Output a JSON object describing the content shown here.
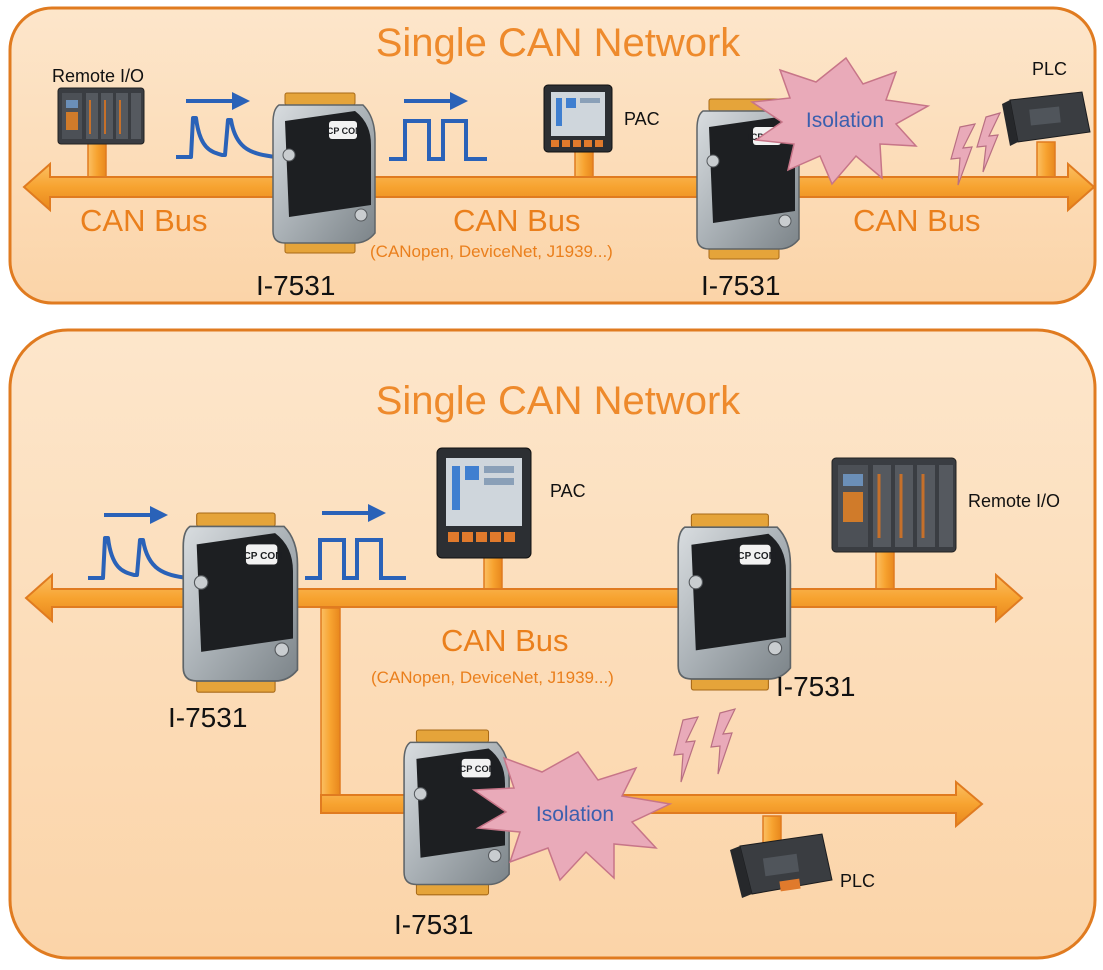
{
  "colors": {
    "panel_fill": "#fbd9b2",
    "panel_stroke": "#e07b20",
    "bus_fill": "#f7a330",
    "bus_stroke": "#e07b20",
    "signal_blue": "#2a62b8",
    "isolation_fill": "#e9aab9",
    "isolation_text": "#3b5fae",
    "text_orange": "#ea7f1c"
  },
  "top_panel": {
    "title": "Single CAN Network",
    "bus_label_left": "CAN Bus",
    "bus_label_mid": "CAN Bus",
    "protocols": "(CANopen, DeviceNet, J1939...)",
    "bus_label_right": "CAN Bus",
    "converter_left": "I-7531",
    "converter_right": "I-7531",
    "remote_io": "Remote I/O",
    "pac": "PAC",
    "plc": "PLC",
    "isolation": "Isolation"
  },
  "bottom_panel": {
    "title": "Single CAN Network",
    "bus_label": "CAN Bus",
    "protocols": "(CANopen, DeviceNet, J1939...)",
    "converter_left": "I-7531",
    "converter_right": "I-7531",
    "converter_bottom": "I-7531",
    "pac": "PAC",
    "remote_io": "Remote I/O",
    "plc": "PLC",
    "isolation": "Isolation"
  },
  "device_logo": "ICP CON"
}
